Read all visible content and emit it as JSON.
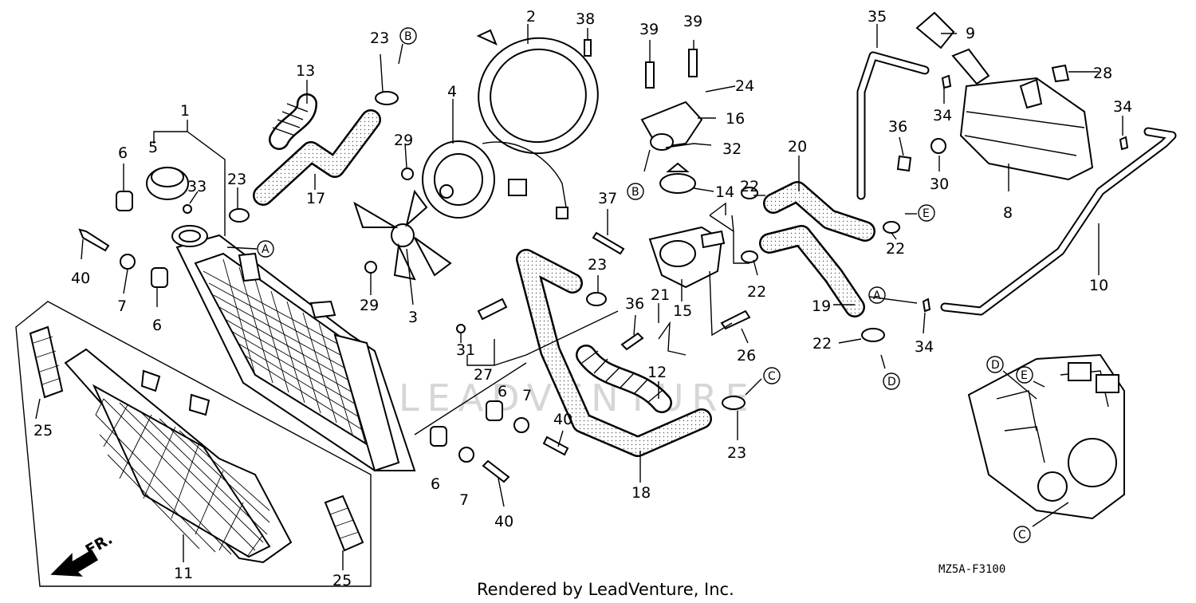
{
  "diagram": {
    "code": "MZ5A-F3100",
    "credit": "Rendered by LeadVenture, Inc.",
    "watermark": "LEADVENTURE",
    "front_marker": "FR.",
    "callouts": [
      {
        "id": "c-1",
        "label": "1"
      },
      {
        "id": "c-2",
        "label": "2"
      },
      {
        "id": "c-3",
        "label": "3"
      },
      {
        "id": "c-4",
        "label": "4"
      },
      {
        "id": "c-5",
        "label": "5"
      },
      {
        "id": "c-6a",
        "label": "6"
      },
      {
        "id": "c-6b",
        "label": "6"
      },
      {
        "id": "c-6c",
        "label": "6"
      },
      {
        "id": "c-6d",
        "label": "6"
      },
      {
        "id": "c-7a",
        "label": "7"
      },
      {
        "id": "c-7b",
        "label": "7"
      },
      {
        "id": "c-7c",
        "label": "7"
      },
      {
        "id": "c-8",
        "label": "8"
      },
      {
        "id": "c-9",
        "label": "9"
      },
      {
        "id": "c-10",
        "label": "10"
      },
      {
        "id": "c-11",
        "label": "11"
      },
      {
        "id": "c-12",
        "label": "12"
      },
      {
        "id": "c-13",
        "label": "13"
      },
      {
        "id": "c-14",
        "label": "14"
      },
      {
        "id": "c-15",
        "label": "15"
      },
      {
        "id": "c-16",
        "label": "16"
      },
      {
        "id": "c-17",
        "label": "17"
      },
      {
        "id": "c-18",
        "label": "18"
      },
      {
        "id": "c-19",
        "label": "19"
      },
      {
        "id": "c-20",
        "label": "20"
      },
      {
        "id": "c-21",
        "label": "21"
      },
      {
        "id": "c-22a",
        "label": "22"
      },
      {
        "id": "c-22b",
        "label": "22"
      },
      {
        "id": "c-22c",
        "label": "22"
      },
      {
        "id": "c-22d",
        "label": "22"
      },
      {
        "id": "c-23a",
        "label": "23"
      },
      {
        "id": "c-23b",
        "label": "23"
      },
      {
        "id": "c-23c",
        "label": "23"
      },
      {
        "id": "c-23d",
        "label": "23"
      },
      {
        "id": "c-24",
        "label": "24"
      },
      {
        "id": "c-25a",
        "label": "25"
      },
      {
        "id": "c-25b",
        "label": "25"
      },
      {
        "id": "c-26",
        "label": "26"
      },
      {
        "id": "c-27",
        "label": "27"
      },
      {
        "id": "c-28",
        "label": "28"
      },
      {
        "id": "c-29a",
        "label": "29"
      },
      {
        "id": "c-29b",
        "label": "29"
      },
      {
        "id": "c-30",
        "label": "30"
      },
      {
        "id": "c-31",
        "label": "31"
      },
      {
        "id": "c-32",
        "label": "32"
      },
      {
        "id": "c-33",
        "label": "33"
      },
      {
        "id": "c-34a",
        "label": "34"
      },
      {
        "id": "c-34b",
        "label": "34"
      },
      {
        "id": "c-34c",
        "label": "34"
      },
      {
        "id": "c-35",
        "label": "35"
      },
      {
        "id": "c-36a",
        "label": "36"
      },
      {
        "id": "c-36b",
        "label": "36"
      },
      {
        "id": "c-37",
        "label": "37"
      },
      {
        "id": "c-38",
        "label": "38"
      },
      {
        "id": "c-39a",
        "label": "39"
      },
      {
        "id": "c-39b",
        "label": "39"
      },
      {
        "id": "c-40a",
        "label": "40"
      },
      {
        "id": "c-40b",
        "label": "40"
      },
      {
        "id": "c-40c",
        "label": "40"
      }
    ],
    "refs": [
      {
        "id": "r-A1",
        "label": "A"
      },
      {
        "id": "r-A2",
        "label": "A"
      },
      {
        "id": "r-B1",
        "label": "B"
      },
      {
        "id": "r-B2",
        "label": "B"
      },
      {
        "id": "r-C1",
        "label": "C"
      },
      {
        "id": "r-C2",
        "label": "C"
      },
      {
        "id": "r-D1",
        "label": "D"
      },
      {
        "id": "r-D2",
        "label": "D"
      },
      {
        "id": "r-E1",
        "label": "E"
      },
      {
        "id": "r-E2",
        "label": "E"
      }
    ]
  }
}
